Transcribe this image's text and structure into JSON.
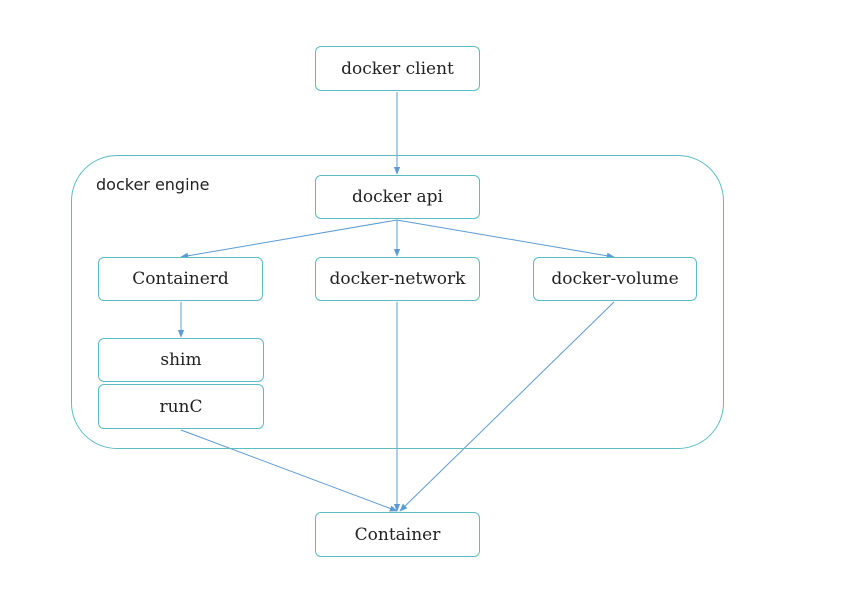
{
  "diagram": {
    "group": {
      "label": "docker engine"
    },
    "nodes": {
      "client": "docker client",
      "api": "docker api",
      "containerd": "Containerd",
      "network": "docker-network",
      "volume": "docker-volume",
      "shim": "shim",
      "runc": "runC",
      "container": "Container"
    },
    "colors": {
      "node_border": "#5bbcc4",
      "edge": "#5b9bd5",
      "text": "#222222"
    }
  }
}
